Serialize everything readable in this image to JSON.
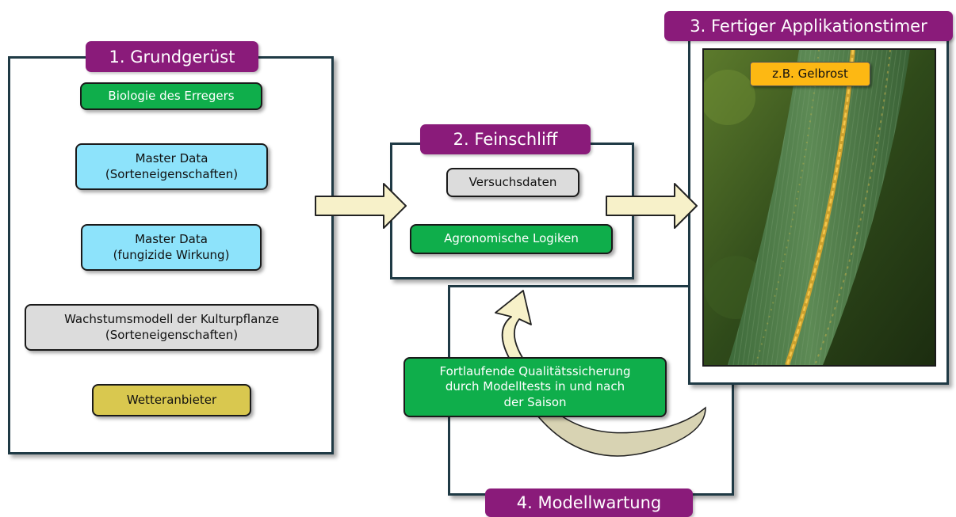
{
  "panels": {
    "grundgeruest": {
      "title": "1. Grundgerüst",
      "items": [
        {
          "label": "Biologie des Erregers",
          "color": "#0fae4b"
        },
        {
          "label": "Master Data",
          "label2": "(Sorteneigenschaften)",
          "color": "#8de3fb"
        },
        {
          "label": "Master Data",
          "label2": "(fungizide Wirkung)",
          "color": "#8de3fb"
        },
        {
          "label": "Wachstumsmodell der Kulturpflanze",
          "label2": "(Sorteneigenschaften)",
          "color": "#dcdcdc"
        },
        {
          "label": "Wetteranbieter",
          "color": "#d9c84f"
        }
      ]
    },
    "feinschliff": {
      "title": "2. Feinschliff",
      "items": [
        {
          "label": "Versuchsdaten",
          "color": "#dcdcdc"
        },
        {
          "label": "Agronomische Logiken",
          "color": "#0fae4b"
        }
      ]
    },
    "applikationstimer": {
      "title": "3. Fertiger Applikationstimer",
      "photo_label": "z.B. Gelbrost",
      "photo_label_color": "#fdb813"
    },
    "modellwartung": {
      "title": "4. Modellwartung",
      "items": [
        {
          "label": "Fortlaufende Qualitätssicherung",
          "label2": "durch Modelltests in und nach",
          "label3": "der Saison",
          "color": "#0fae4b"
        }
      ]
    }
  },
  "colors": {
    "tab": "#8a1b7a",
    "panel_border": "#1f3a45",
    "arrow_fill": "#f7f1c9",
    "curved_arrow": "#d8d3b3"
  }
}
